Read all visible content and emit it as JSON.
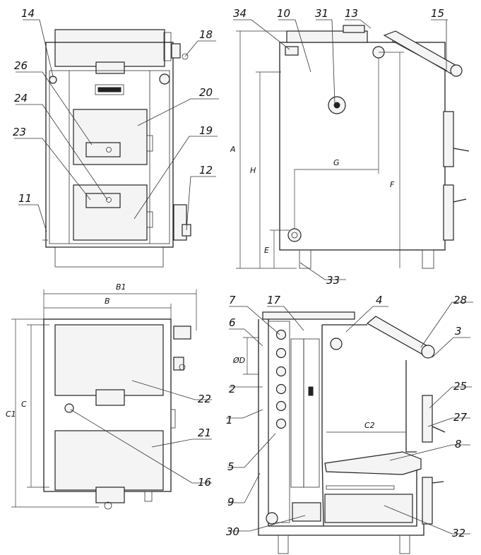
{
  "labels": {
    "c14": "14",
    "c26": "26",
    "c24": "24",
    "c23": "23",
    "c11": "11",
    "c18": "18",
    "c20": "20",
    "c19": "19",
    "c12": "12",
    "c34": "34",
    "c10": "10",
    "c31": "31",
    "c13": "13",
    "c15": "15",
    "c33": "33",
    "c21": "21",
    "c22": "22",
    "c16": "16",
    "c7": "7",
    "c17": "17",
    "c4": "4",
    "c28": "28",
    "c6": "6",
    "c3": "3",
    "c2": "2",
    "c25": "25",
    "c1": "1",
    "c27": "27",
    "c8": "8",
    "c5": "5",
    "c9": "9",
    "c30": "30",
    "c32": "32"
  },
  "dims": {
    "A": "A",
    "H": "H",
    "F": "F",
    "G": "G",
    "E": "E",
    "B1": "B1",
    "B": "B",
    "C1": "C1",
    "C": "C",
    "C2": "C2",
    "phiD": "ØD"
  }
}
